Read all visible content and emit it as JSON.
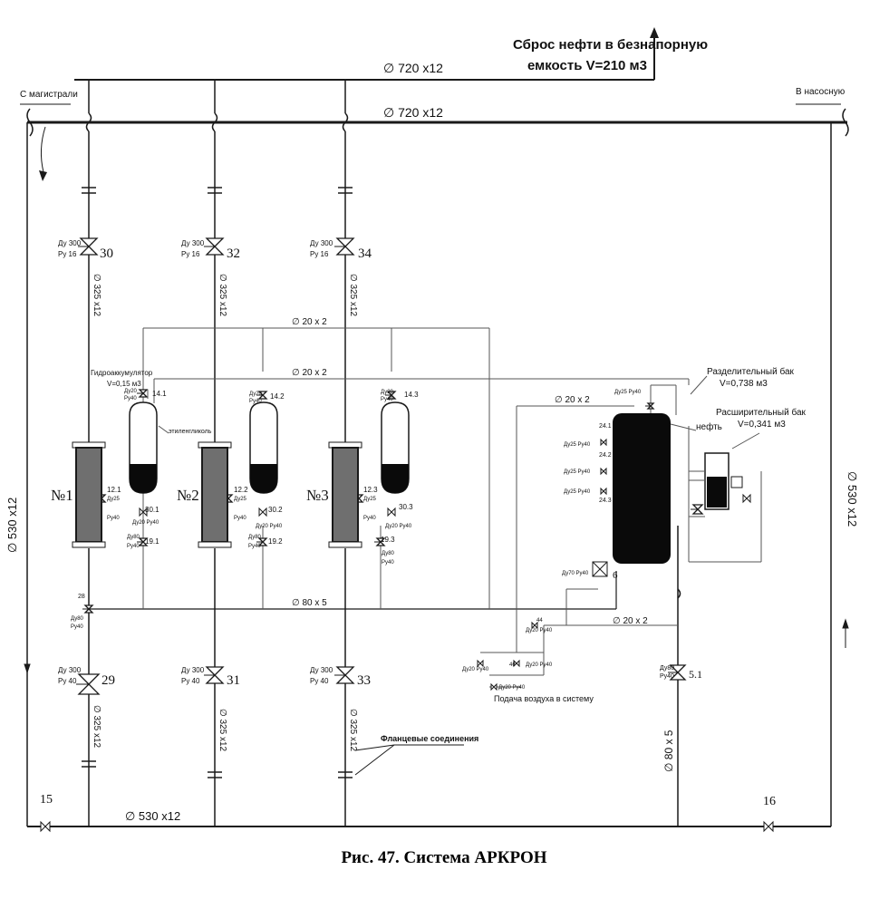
{
  "header": {
    "discharge_line1": "Сброс нефти в безнапорную",
    "discharge_line2": "емкость V=210 м3",
    "from_main": "С магистрали",
    "to_pump": "В насосную"
  },
  "pipes": {
    "top": "∅ 720 x12",
    "main": "∅ 720 x12",
    "left_vertical": "∅ 530 x12",
    "right_vertical": "∅ 530 x12",
    "bottom": "∅ 530 x12",
    "branch": "∅ 325 x12",
    "small_upper": "∅ 20 x 2",
    "small_lower": "∅ 20 x 2",
    "small_tank": "∅ 20 x 2",
    "small_right": "∅ 20 x 2",
    "collector": "∅ 80 x 5",
    "drain": "∅ 80 x 5"
  },
  "valves": {
    "top": [
      {
        "no": "30",
        "spec1": "Ду 300",
        "spec2": "Ру 16"
      },
      {
        "no": "32",
        "spec1": "Ду 300",
        "spec2": "Ру 16"
      },
      {
        "no": "34",
        "spec1": "Ду 300",
        "spec2": "Ру 16"
      }
    ],
    "bottom": [
      {
        "no": "29",
        "spec1": "Ду 300",
        "spec2": "Ру 40"
      },
      {
        "no": "31",
        "spec1": "Ду 300",
        "spec2": "Ру 40"
      },
      {
        "no": "33",
        "spec1": "Ду 300",
        "spec2": "Ру 40"
      }
    ],
    "v28": {
      "no": "28",
      "spec1": "Ду80",
      "spec2": "Ру40"
    },
    "v51": {
      "no": "5.1",
      "spec1": "Ду80",
      "spec2": "Ру40"
    },
    "v15": "15",
    "v16": "16"
  },
  "units": [
    {
      "label": "№1",
      "acc_valve": "14.1",
      "v12": "12.1",
      "v30": "30.1",
      "v19": "19.1"
    },
    {
      "label": "№2",
      "acc_valve": "14.2",
      "v12": "12.2",
      "v30": "30.2",
      "v19": "19.2"
    },
    {
      "label": "№3",
      "acc_valve": "14.3",
      "v12": "12.3",
      "v30": "30.3",
      "v19": "19.3"
    }
  ],
  "small_specs": {
    "du20": "Ду20",
    "ru40": "Ру40",
    "du25": "Ду25",
    "du80": "Ду80",
    "du25ru40": "Ду25 Ру40",
    "du20ru40": "Ду20 Ру40",
    "du70ru40": "Ду70 Ру40"
  },
  "accumulator": {
    "title": "Гидроаккумулятор",
    "volume": "V=0,15 м3",
    "glycol": "этиленгликоль"
  },
  "separator": {
    "title": "Разделительный бак",
    "volume": "V=0,738 м3",
    "oil": "нефть"
  },
  "expansion": {
    "title": "Расширительный бак",
    "volume": "V=0,341 м3"
  },
  "tank_valves": [
    "24.1",
    "24.2",
    "24.3"
  ],
  "node6": "6",
  "node44": "44",
  "node46": "46",
  "air_supply": "Подача воздуха в систему",
  "flanges": "Фланцевые соединения",
  "caption": "Рис. 47. Система АРКРОН",
  "colors": {
    "line": "#1a1a1a",
    "filter": "#6f6f6f",
    "tank": "#0a0a0a"
  }
}
